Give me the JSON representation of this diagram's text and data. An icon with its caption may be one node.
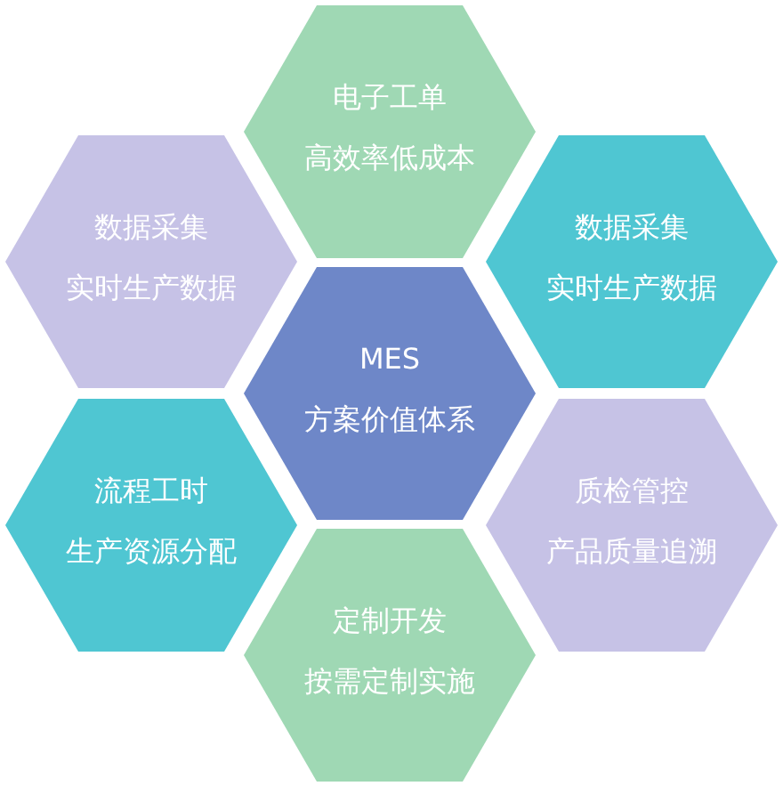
{
  "diagram": {
    "nodes": [
      {
        "text": [
          "电子工单",
          "高效率低成本"
        ]
      },
      {
        "text": [
          "数据采集",
          "实时生产数据"
        ]
      },
      {
        "text": [
          "数据采集",
          "实时生产数据"
        ]
      },
      {
        "text": [
          "MES",
          "方案价值体系"
        ]
      },
      {
        "text": [
          "流程工时",
          "生产资源分配"
        ]
      },
      {
        "text": [
          "质检管控",
          "产品质量追溯"
        ]
      },
      {
        "text": [
          "定制开发",
          "按需定制实施"
        ]
      }
    ]
  }
}
